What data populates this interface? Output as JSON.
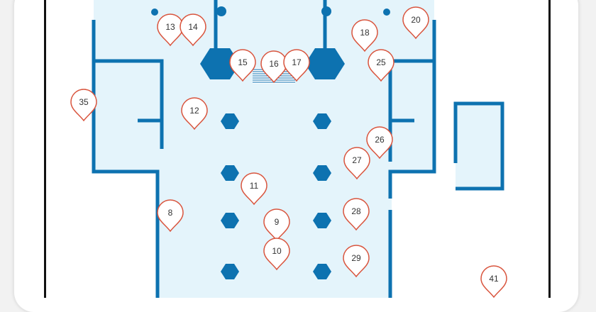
{
  "map": {
    "colors": {
      "wall": "#0d72b0",
      "floor": "#e4f4fb",
      "pin_stroke": "#d9553e",
      "pin_fill": "#ffffff",
      "pin_text": "#333333"
    },
    "pins": [
      {
        "label": "13"
      },
      {
        "label": "14"
      },
      {
        "label": "15"
      },
      {
        "label": "16"
      },
      {
        "label": "17"
      },
      {
        "label": "18"
      },
      {
        "label": "20"
      },
      {
        "label": "25"
      },
      {
        "label": "35"
      },
      {
        "label": "12"
      },
      {
        "label": "26"
      },
      {
        "label": "27"
      },
      {
        "label": "11"
      },
      {
        "label": "8"
      },
      {
        "label": "28"
      },
      {
        "label": "9"
      },
      {
        "label": "10"
      },
      {
        "label": "29"
      },
      {
        "label": "41"
      }
    ]
  }
}
